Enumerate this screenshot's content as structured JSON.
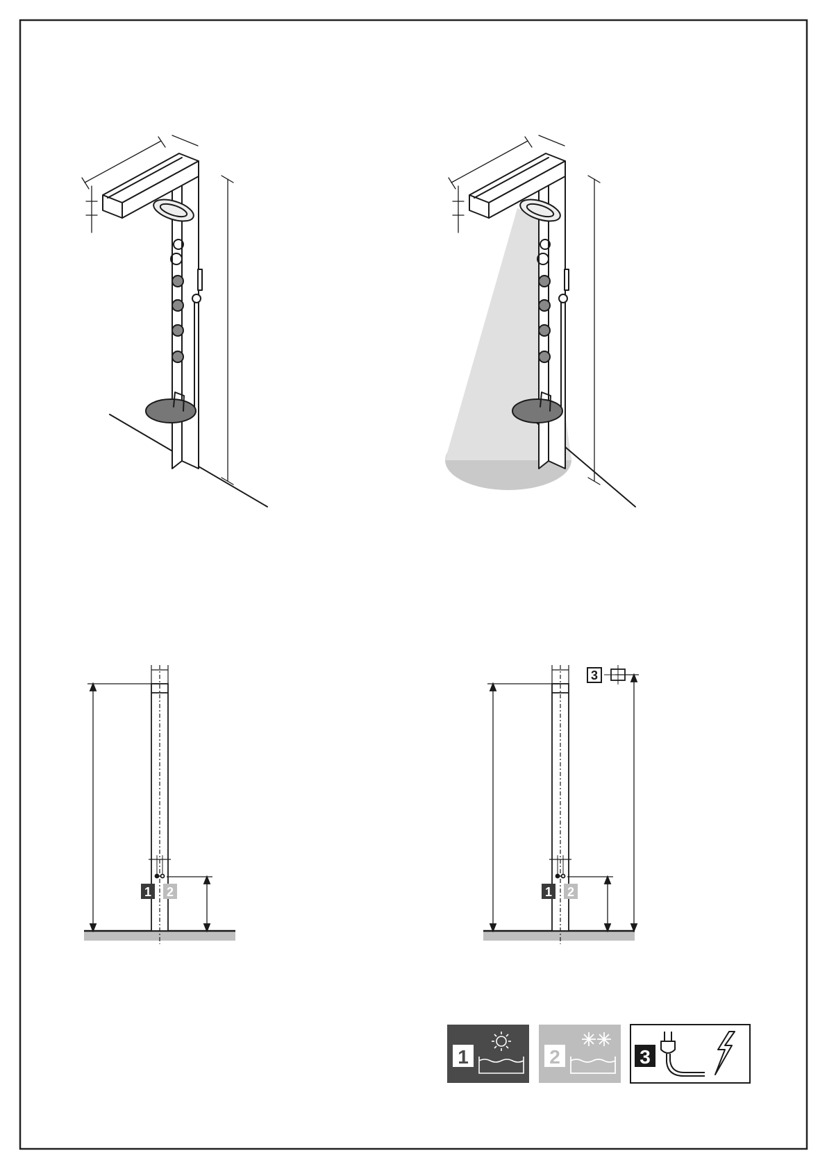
{
  "labels": {
    "hot": "1",
    "cold": "2",
    "power": "3"
  },
  "icons": {
    "hot": "sun-water-icon",
    "cold": "snowflake-water-icon",
    "power": "plug-lightning-icon"
  },
  "colors": {
    "hot_tile": "#4a4a4a",
    "cold_tile": "#bdbdbd",
    "power_tile": "#ffffff",
    "floor": "#bfbfbf",
    "light_cone": "#d9d9d9"
  }
}
